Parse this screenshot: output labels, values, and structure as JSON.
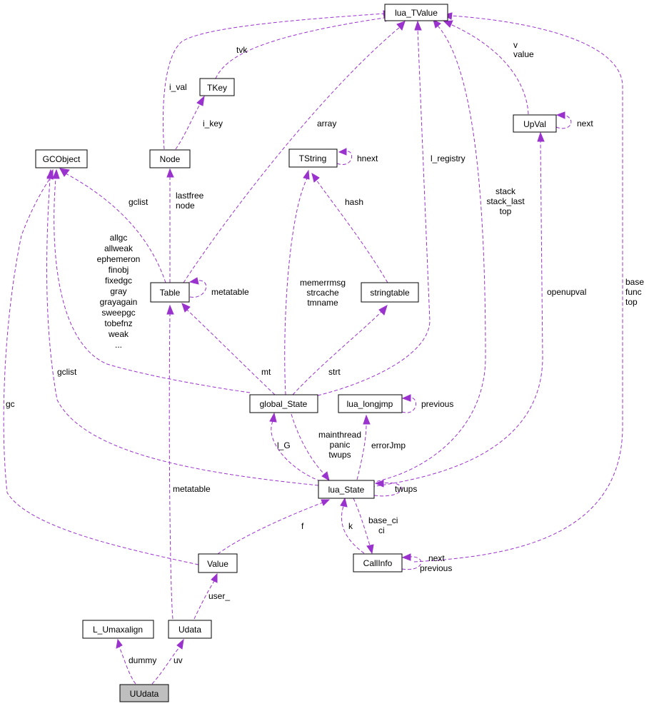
{
  "nodes": {
    "lua_tvalue": "lua_TValue",
    "tkey": "TKey",
    "upval": "UpVal",
    "gcobject": "GCObject",
    "node": "Node",
    "tstring": "TString",
    "table": "Table",
    "stringtable": "stringtable",
    "global_state": "global_State",
    "lua_longjmp": "lua_longjmp",
    "lua_state": "lua_State",
    "value": "Value",
    "callinfo": "CallInfo",
    "l_umaxalign": "L_Umaxalign",
    "udata": "Udata",
    "uudata": "UUdata"
  },
  "edge_labels": {
    "tvk": "tvk",
    "i_val": "i_val",
    "i_key": "i_key",
    "upval_v": [
      "v",
      "value"
    ],
    "upval_next": "next",
    "array": "array",
    "hnext": "hnext",
    "l_registry": "l_registry",
    "stack": [
      "stack",
      "stack_last",
      "top"
    ],
    "table_gclist": "gclist",
    "lastfree": [
      "lastfree",
      "node"
    ],
    "hash": "hash",
    "global_gc": [
      "allgc",
      "allweak",
      "ephemeron",
      "finobj",
      "fixedgc",
      "gray",
      "grayagain",
      "sweepgc",
      "tobefnz",
      "weak",
      "..."
    ],
    "table_metatable": "metatable",
    "strings": [
      "memerrmsg",
      "strcache",
      "tmname"
    ],
    "openupval": "openupval",
    "callinfo_top": [
      "base",
      "func",
      "top"
    ],
    "state_gclist": "gclist",
    "mt": "mt",
    "strt": "strt",
    "gc": "gc",
    "previous": "previous",
    "main": [
      "mainthread",
      "panic",
      "twups"
    ],
    "l_g": "l_G",
    "errorjmp": "errorJmp",
    "twups": "twups",
    "udata_metatable": "metatable",
    "f": "f",
    "base_ci": [
      "base_ci",
      "ci"
    ],
    "k": "k",
    "ci_next": [
      "next",
      "previous"
    ],
    "user": "user_",
    "dummy": "dummy",
    "uv": "uv"
  }
}
